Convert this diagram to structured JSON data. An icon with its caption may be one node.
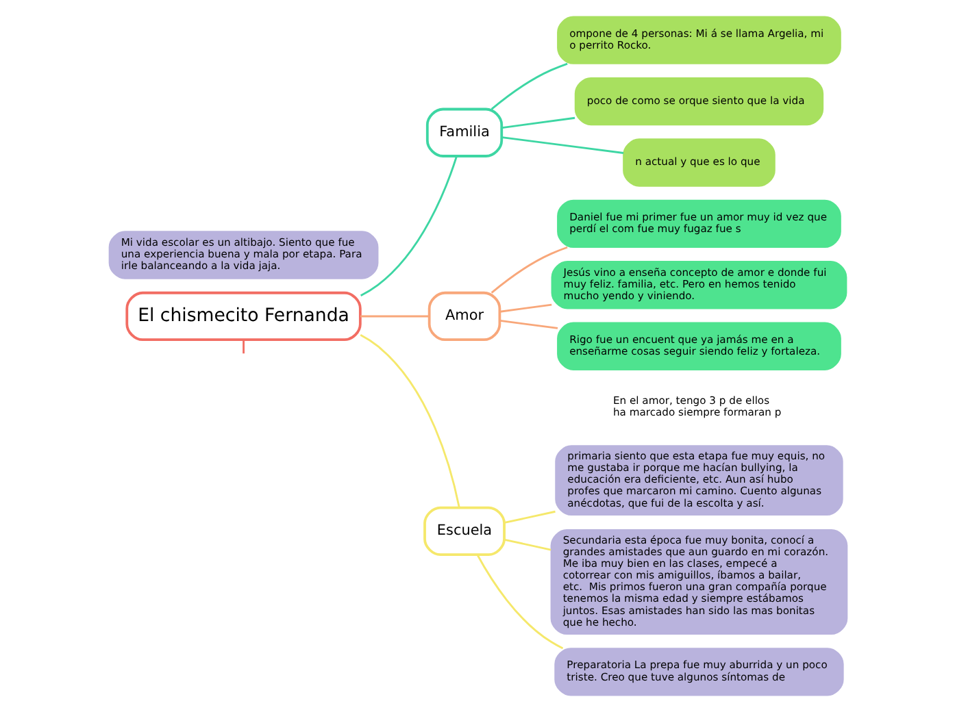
{
  "diagram": {
    "nodes": [
      {
        "text": [
          "El chismecito Fernanda"
        ]
      },
      {
        "text": [
          "Familia"
        ]
      },
      {
        "text": [
          "ompone de 4 personas: Mi á se llama Argelia, mi o perrito Rocko."
        ]
      },
      {
        "text": [
          "poco de como se orque siento que la vida"
        ]
      },
      {
        "text": [
          "n actual y que es lo que"
        ]
      },
      {
        "text": [
          "Amor"
        ]
      },
      {
        "text": [
          "Daniel fue mi primer fue un amor muy id vez que perdí el com fue muy fugaz fue s"
        ]
      },
      {
        "text": [
          "Jesús vino a enseña concepto de amor e donde fui muy feliz. familia, etc. Pero en hemos tenido mucho yendo y viniendo."
        ]
      },
      {
        "text": [
          "Rigo fue un encuent que ya jamás me en a enseñarme cosas seguir siendo feliz y fortaleza."
        ]
      },
      {
        "text": [
          "Escuela"
        ]
      },
      {
        "text": [
          "Mi vida escolar es un altibajo. Siento que fue una experiencia buena y mala por etapa. Para irle balanceando a la vida jaja."
        ]
      },
      {
        "text": [
          "primaria siento que esta etapa fue muy equis, no me gustaba ir porque me hacían bullying, la educación era deficiente, etc. Aun así hubo profes que marcaron mi camino. Cuento algunas anécdotas, que fui de la escolta y así."
        ]
      },
      {
        "text": [
          "Secundaria esta época fue muy bonita, conocí a grandes amistades que aun guardo en mi corazón. Me iba muy bien en las clases, empecé a cotorrear con mis amiguillos, íbamos a bailar, etc.  Mis primos fueron una gran compañía porque tenemos la misma edad y siempre estábamos juntos. Esas amistades han sido las mas bonitas que he hecho."
        ]
      },
      {
        "text": [
          "Preparatoria La prepa fue muy aburrida y un poco triste. Creo que tuve algunos síntomas de"
        ]
      }
    ],
    "edges": [
      {
        "from": 0,
        "to": null,
        "arrow": "none",
        "color": "#f26d63"
      },
      {
        "from": 0,
        "to": 1,
        "arrow": "none",
        "color": "#3dd6a3"
      },
      {
        "from": 1,
        "to": 2,
        "arrow": "none",
        "color": "#3dd6a3"
      },
      {
        "from": 1,
        "to": 3,
        "arrow": "none",
        "color": "#3dd6a3"
      },
      {
        "from": 1,
        "to": 4,
        "arrow": "none",
        "color": "#3dd6a3"
      },
      {
        "from": 0,
        "to": 5,
        "arrow": "none",
        "color": "#f8a77a"
      },
      {
        "from": 5,
        "to": 6,
        "arrow": "none",
        "color": "#f8a77a"
      },
      {
        "from": 5,
        "to": 7,
        "arrow": "none",
        "color": "#f8a77a"
      },
      {
        "from": 5,
        "to": 8,
        "arrow": "none",
        "color": "#f8a77a"
      },
      {
        "from": 0,
        "to": 9,
        "arrow": "none",
        "color": "#f5e86b"
      },
      {
        "from": 9,
        "to": 11,
        "arrow": "none",
        "color": "#f5e86b"
      },
      {
        "from": 9,
        "to": 12,
        "arrow": "none",
        "color": "#f5e86b"
      },
      {
        "from": 9,
        "to": 13,
        "arrow": "none",
        "color": "#f5e86b"
      }
    ],
    "labels": [
      "En el amor, tengo 3 p de ellos ha marcado siempre formaran p"
    ]
  }
}
